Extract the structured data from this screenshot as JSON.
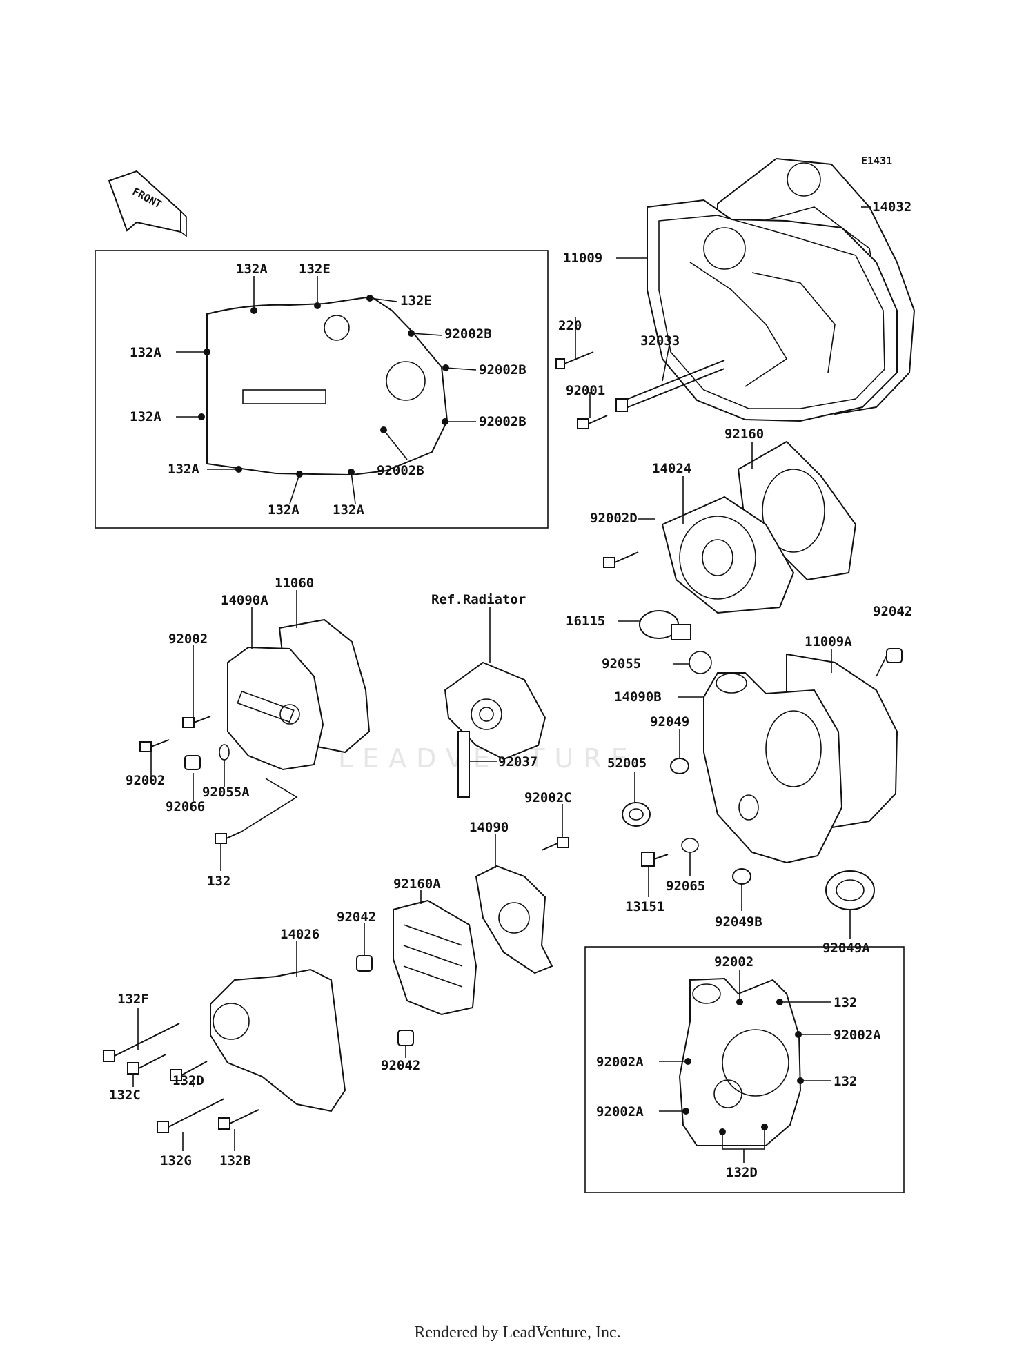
{
  "diagram_id": "E1431",
  "front_arrow": "FRONT",
  "watermark": "LEADVENTURE",
  "ref_note": "Ref.Radiator",
  "footer": "Rendered by LeadVenture, Inc.",
  "labels": {
    "p14032": "14032",
    "p11009": "11009",
    "p220": "220",
    "p32033": "32033",
    "p92001": "92001",
    "p92160": "92160",
    "p14024": "14024",
    "p92002D": "92002D",
    "b132A_1": "132A",
    "b132E_1": "132E",
    "b132E_2": "132E",
    "b92002B_1": "92002B",
    "b132A_2": "132A",
    "b92002B_2": "92002B",
    "b132A_3": "132A",
    "b92002B_3": "92002B",
    "b132A_4": "132A",
    "b92002B_4": "92002B",
    "b132A_5": "132A",
    "b132A_6": "132A",
    "p11060": "11060",
    "p14090A": "14090A",
    "p92002_a": "92002",
    "p92002_b": "92002",
    "p92066": "92066",
    "p92055A": "92055A",
    "p132": "132",
    "p92037": "92037",
    "p16115": "16115",
    "p92055": "92055",
    "p14090B": "14090B",
    "p11009A": "11009A",
    "p92042_a": "92042",
    "p92049": "92049",
    "p52005": "52005",
    "p92002C": "92002C",
    "p14090": "14090",
    "p92160A": "92160A",
    "p92042_b": "92042",
    "p14026": "14026",
    "p92042_c": "92042",
    "p13151": "13151",
    "p92065": "92065",
    "p92049B": "92049B",
    "p92049A": "92049A",
    "p132F": "132F",
    "p132C": "132C",
    "p132D": "132D",
    "p132G": "132G",
    "p132B": "132B",
    "c92002": "92002",
    "c132_1": "132",
    "c92002A_1": "92002A",
    "c92002A_2": "92002A",
    "c132_2": "132",
    "c92002A_3": "92002A",
    "c132D": "132D"
  }
}
